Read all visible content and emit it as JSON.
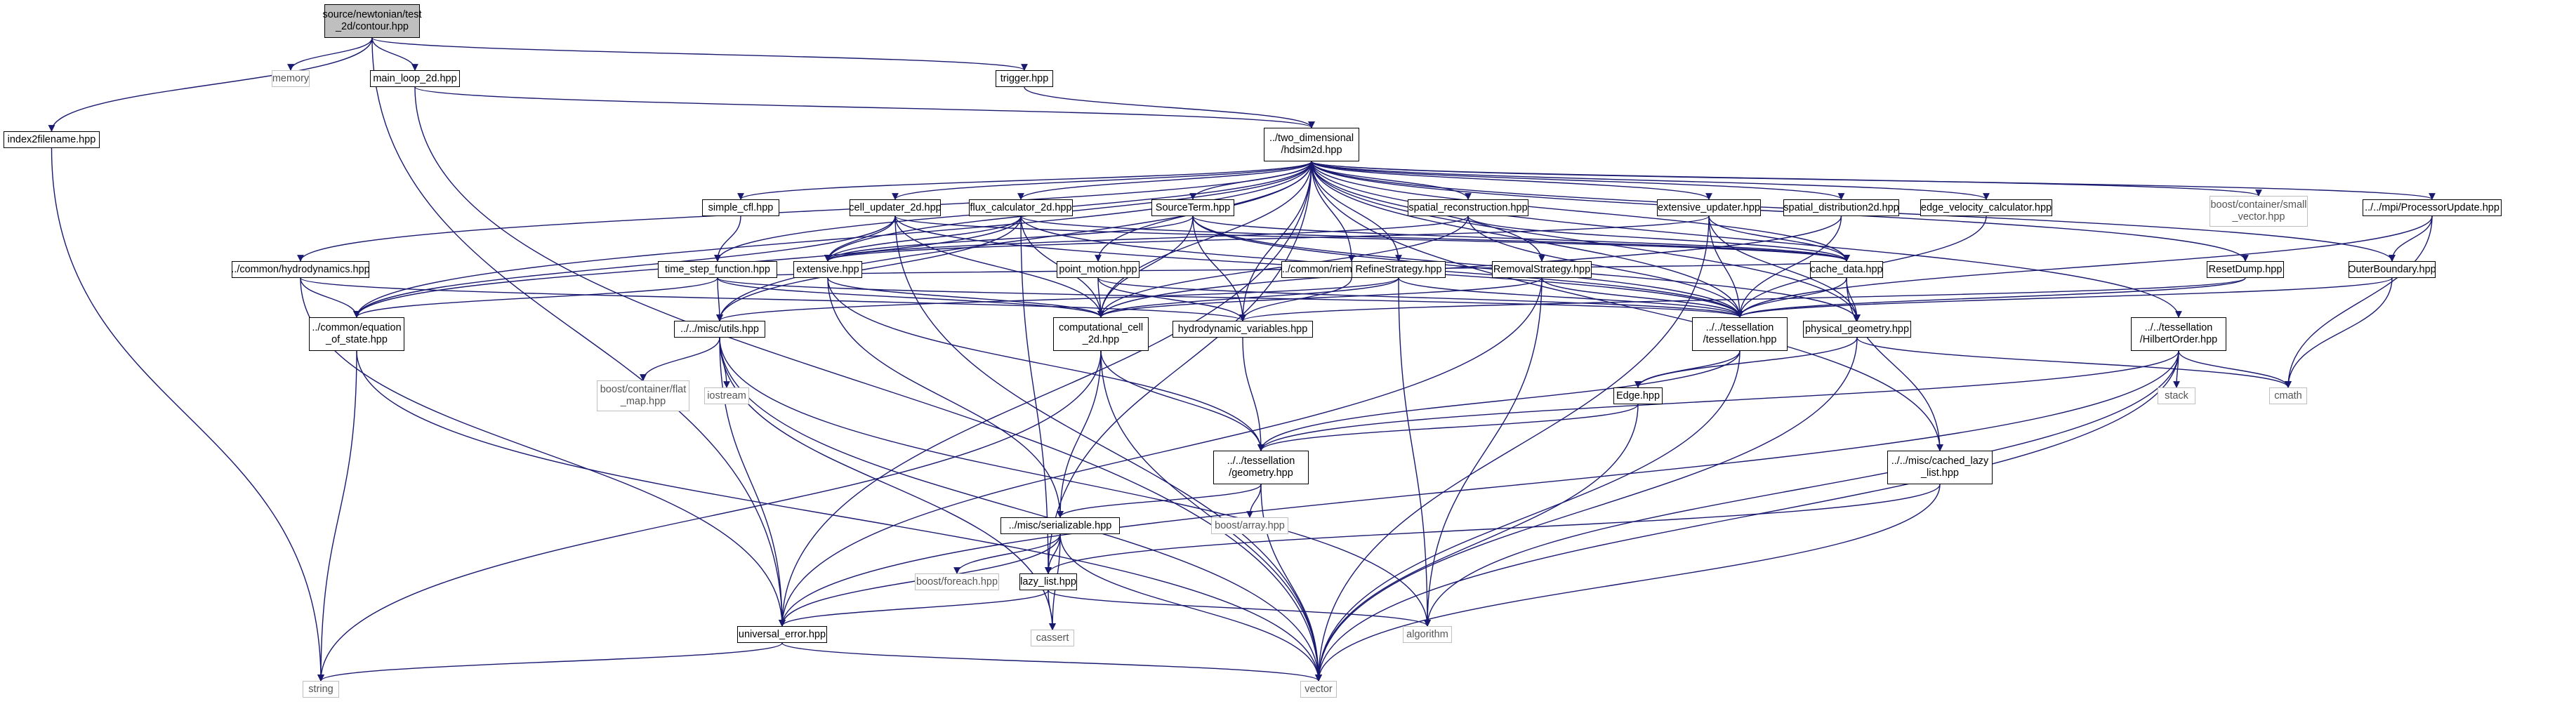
{
  "diagram": {
    "root": "root",
    "nodes": [
      {
        "id": "root",
        "lines": [
          "source/newtonian/test",
          "_2d/contour.hpp"
        ]
      },
      {
        "id": "memory",
        "lines": [
          "memory"
        ]
      },
      {
        "id": "index2filename",
        "lines": [
          "index2filename.hpp"
        ]
      },
      {
        "id": "main_loop",
        "lines": [
          "main_loop_2d.hpp"
        ]
      },
      {
        "id": "trigger",
        "lines": [
          "trigger.hpp"
        ]
      },
      {
        "id": "hdsim",
        "lines": [
          "../two_dimensional",
          "/hdsim2d.hpp"
        ]
      },
      {
        "id": "simple_cfl",
        "lines": [
          "simple_cfl.hpp"
        ]
      },
      {
        "id": "cell_updater",
        "lines": [
          "cell_updater_2d.hpp"
        ]
      },
      {
        "id": "flux_calculator",
        "lines": [
          "flux_calculator_2d.hpp"
        ]
      },
      {
        "id": "source_term",
        "lines": [
          "SourceTerm.hpp"
        ]
      },
      {
        "id": "spatial_reconstruction",
        "lines": [
          "spatial_reconstruction.hpp"
        ]
      },
      {
        "id": "extensive_updater",
        "lines": [
          "extensive_updater.hpp"
        ]
      },
      {
        "id": "spatial_distribution",
        "lines": [
          "spatial_distribution2d.hpp"
        ]
      },
      {
        "id": "edge_velocity",
        "lines": [
          "edge_velocity_calculator.hpp"
        ]
      },
      {
        "id": "boost_small_vector",
        "lines": [
          "boost/container/small",
          "_vector.hpp"
        ]
      },
      {
        "id": "mpi_update",
        "lines": [
          "../../mpi/ProcessorUpdate.hpp"
        ]
      },
      {
        "id": "common_hydro",
        "lines": [
          "../common/hydrodynamics.hpp"
        ]
      },
      {
        "id": "time_step",
        "lines": [
          "time_step_function.hpp"
        ]
      },
      {
        "id": "extensive",
        "lines": [
          "extensive.hpp"
        ]
      },
      {
        "id": "point_motion",
        "lines": [
          "point_motion.hpp"
        ]
      },
      {
        "id": "riemann",
        "lines": [
          "../common/riemann_solver.hpp"
        ]
      },
      {
        "id": "refine",
        "lines": [
          "RefineStrategy.hpp"
        ]
      },
      {
        "id": "removal",
        "lines": [
          "RemovalStrategy.hpp"
        ]
      },
      {
        "id": "cache_data",
        "lines": [
          "cache_data.hpp"
        ]
      },
      {
        "id": "reset_dump",
        "lines": [
          "ResetDump.hpp"
        ]
      },
      {
        "id": "outer_boundary",
        "lines": [
          "OuterBoundary.hpp"
        ]
      },
      {
        "id": "equation_of_state",
        "lines": [
          "../common/equation",
          "_of_state.hpp"
        ]
      },
      {
        "id": "misc_utils",
        "lines": [
          "../../misc/utils.hpp"
        ]
      },
      {
        "id": "computational_cell",
        "lines": [
          "computational_cell",
          "_2d.hpp"
        ]
      },
      {
        "id": "hydro_vars",
        "lines": [
          "hydrodynamic_variables.hpp"
        ]
      },
      {
        "id": "tessellation",
        "lines": [
          "../../tessellation",
          "/tessellation.hpp"
        ]
      },
      {
        "id": "physical_geometry",
        "lines": [
          "physical_geometry.hpp"
        ]
      },
      {
        "id": "hilbert",
        "lines": [
          "../../tessellation",
          "/HilbertOrder.hpp"
        ]
      },
      {
        "id": "boost_flat_map",
        "lines": [
          "boost/container/flat",
          "_map.hpp"
        ]
      },
      {
        "id": "iostream",
        "lines": [
          "iostream"
        ]
      },
      {
        "id": "edge",
        "lines": [
          "Edge.hpp"
        ]
      },
      {
        "id": "stack",
        "lines": [
          "stack"
        ]
      },
      {
        "id": "cmath",
        "lines": [
          "cmath"
        ]
      },
      {
        "id": "tess_geometry",
        "lines": [
          "../../tessellation",
          "/geometry.hpp"
        ]
      },
      {
        "id": "cached_lazy",
        "lines": [
          "../../misc/cached_lazy",
          "_list.hpp"
        ]
      },
      {
        "id": "boost_array",
        "lines": [
          "boost/array.hpp"
        ]
      },
      {
        "id": "serializable",
        "lines": [
          "../misc/serializable.hpp"
        ]
      },
      {
        "id": "boost_foreach",
        "lines": [
          "boost/foreach.hpp"
        ]
      },
      {
        "id": "lazy_list",
        "lines": [
          "lazy_list.hpp"
        ]
      },
      {
        "id": "universal_error",
        "lines": [
          "universal_error.hpp"
        ]
      },
      {
        "id": "cassert",
        "lines": [
          "cassert"
        ]
      },
      {
        "id": "algorithm",
        "lines": [
          "algorithm"
        ]
      },
      {
        "id": "string",
        "lines": [
          "string"
        ]
      },
      {
        "id": "vector",
        "lines": [
          "vector"
        ]
      }
    ],
    "edges": [
      [
        "root",
        "memory"
      ],
      [
        "root",
        "index2filename"
      ],
      [
        "root",
        "main_loop"
      ],
      [
        "root",
        "trigger"
      ],
      [
        "root",
        "universal_error"
      ],
      [
        "index2filename",
        "string"
      ],
      [
        "main_loop",
        "hdsim"
      ],
      [
        "main_loop",
        "vector"
      ],
      [
        "trigger",
        "hdsim"
      ],
      [
        "hdsim",
        "simple_cfl"
      ],
      [
        "hdsim",
        "cell_updater"
      ],
      [
        "hdsim",
        "flux_calculator"
      ],
      [
        "hdsim",
        "source_term"
      ],
      [
        "hdsim",
        "spatial_reconstruction"
      ],
      [
        "hdsim",
        "extensive_updater"
      ],
      [
        "hdsim",
        "spatial_distribution"
      ],
      [
        "hdsim",
        "edge_velocity"
      ],
      [
        "hdsim",
        "boost_small_vector"
      ],
      [
        "hdsim",
        "mpi_update"
      ],
      [
        "hdsim",
        "common_hydro"
      ],
      [
        "hdsim",
        "point_motion"
      ],
      [
        "hdsim",
        "riemann"
      ],
      [
        "hdsim",
        "refine"
      ],
      [
        "hdsim",
        "removal"
      ],
      [
        "hdsim",
        "cache_data"
      ],
      [
        "hdsim",
        "reset_dump"
      ],
      [
        "hdsim",
        "outer_boundary"
      ],
      [
        "hdsim",
        "equation_of_state"
      ],
      [
        "hdsim",
        "misc_utils"
      ],
      [
        "hdsim",
        "computational_cell"
      ],
      [
        "hdsim",
        "tessellation"
      ],
      [
        "hdsim",
        "physical_geometry"
      ],
      [
        "hdsim",
        "hilbert"
      ],
      [
        "hdsim",
        "cached_lazy"
      ],
      [
        "hdsim",
        "extensive"
      ],
      [
        "hdsim",
        "universal_error"
      ],
      [
        "hdsim",
        "lazy_list"
      ],
      [
        "hdsim",
        "time_step"
      ],
      [
        "hdsim",
        "hydro_vars"
      ],
      [
        "simple_cfl",
        "time_step"
      ],
      [
        "cell_updater",
        "extensive"
      ],
      [
        "cell_updater",
        "computational_cell"
      ],
      [
        "cell_updater",
        "tessellation"
      ],
      [
        "cell_updater",
        "cache_data"
      ],
      [
        "cell_updater",
        "equation_of_state"
      ],
      [
        "cell_updater",
        "vector"
      ],
      [
        "flux_calculator",
        "extensive"
      ],
      [
        "flux_calculator",
        "computational_cell"
      ],
      [
        "flux_calculator",
        "tessellation"
      ],
      [
        "flux_calculator",
        "cache_data"
      ],
      [
        "flux_calculator",
        "equation_of_state"
      ],
      [
        "flux_calculator",
        "lazy_list"
      ],
      [
        "flux_calculator",
        "misc_utils"
      ],
      [
        "source_term",
        "extensive"
      ],
      [
        "source_term",
        "computational_cell"
      ],
      [
        "source_term",
        "hydro_vars"
      ],
      [
        "source_term",
        "tessellation"
      ],
      [
        "source_term",
        "cache_data"
      ],
      [
        "source_term",
        "physical_geometry"
      ],
      [
        "spatial_reconstruction",
        "computational_cell"
      ],
      [
        "spatial_reconstruction",
        "tessellation"
      ],
      [
        "spatial_reconstruction",
        "cache_data"
      ],
      [
        "spatial_reconstruction",
        "extensive"
      ],
      [
        "extensive_updater",
        "extensive"
      ],
      [
        "extensive_updater",
        "tessellation"
      ],
      [
        "extensive_updater",
        "cache_data"
      ],
      [
        "extensive_updater",
        "physical_geometry"
      ],
      [
        "extensive_updater",
        "vector"
      ],
      [
        "spatial_distribution",
        "tessellation"
      ],
      [
        "spatial_distribution",
        "computational_cell"
      ],
      [
        "edge_velocity",
        "tessellation"
      ],
      [
        "mpi_update",
        "tessellation"
      ],
      [
        "mpi_update",
        "outer_boundary"
      ],
      [
        "mpi_update",
        "cmath"
      ],
      [
        "common_hydro",
        "equation_of_state"
      ],
      [
        "common_hydro",
        "universal_error"
      ],
      [
        "common_hydro",
        "hydro_vars"
      ],
      [
        "time_step",
        "misc_utils"
      ],
      [
        "time_step",
        "computational_cell"
      ],
      [
        "time_step",
        "equation_of_state"
      ],
      [
        "time_step",
        "cache_data"
      ],
      [
        "time_step",
        "tessellation"
      ],
      [
        "extensive",
        "computational_cell"
      ],
      [
        "extensive",
        "tess_geometry"
      ],
      [
        "extensive",
        "serializable"
      ],
      [
        "point_motion",
        "computational_cell"
      ],
      [
        "point_motion",
        "tessellation"
      ],
      [
        "point_motion",
        "hydro_vars"
      ],
      [
        "riemann",
        "hydro_vars"
      ],
      [
        "refine",
        "tessellation"
      ],
      [
        "refine",
        "computational_cell"
      ],
      [
        "refine",
        "algorithm"
      ],
      [
        "refine",
        "misc_utils"
      ],
      [
        "removal",
        "tessellation"
      ],
      [
        "removal",
        "computational_cell"
      ],
      [
        "removal",
        "algorithm"
      ],
      [
        "removal",
        "universal_error"
      ],
      [
        "cache_data",
        "tessellation"
      ],
      [
        "cache_data",
        "physical_geometry"
      ],
      [
        "cache_data",
        "cached_lazy"
      ],
      [
        "reset_dump",
        "tessellation"
      ],
      [
        "reset_dump",
        "hydro_vars"
      ],
      [
        "outer_boundary",
        "tessellation"
      ],
      [
        "outer_boundary",
        "cmath"
      ],
      [
        "equation_of_state",
        "string"
      ],
      [
        "equation_of_state",
        "vector"
      ],
      [
        "misc_utils",
        "boost_flat_map"
      ],
      [
        "misc_utils",
        "iostream"
      ],
      [
        "misc_utils",
        "vector"
      ],
      [
        "misc_utils",
        "universal_error"
      ],
      [
        "misc_utils",
        "cassert"
      ],
      [
        "misc_utils",
        "algorithm"
      ],
      [
        "computational_cell",
        "tess_geometry"
      ],
      [
        "computational_cell",
        "serializable"
      ],
      [
        "computational_cell",
        "vector"
      ],
      [
        "computational_cell",
        "string"
      ],
      [
        "hydro_vars",
        "tess_geometry"
      ],
      [
        "tessellation",
        "edge"
      ],
      [
        "tessellation",
        "tess_geometry"
      ],
      [
        "tessellation",
        "vector"
      ],
      [
        "physical_geometry",
        "edge"
      ],
      [
        "physical_geometry",
        "cmath"
      ],
      [
        "physical_geometry",
        "vector"
      ],
      [
        "hilbert",
        "stack"
      ],
      [
        "hilbert",
        "cmath"
      ],
      [
        "hilbert",
        "vector"
      ],
      [
        "hilbert",
        "algorithm"
      ],
      [
        "hilbert",
        "tess_geometry"
      ],
      [
        "hilbert",
        "universal_error"
      ],
      [
        "edge",
        "tess_geometry"
      ],
      [
        "edge",
        "vector"
      ],
      [
        "tess_geometry",
        "boost_array"
      ],
      [
        "tess_geometry",
        "serializable"
      ],
      [
        "tess_geometry",
        "vector"
      ],
      [
        "cached_lazy",
        "lazy_list"
      ],
      [
        "cached_lazy",
        "vector"
      ],
      [
        "serializable",
        "boost_foreach"
      ],
      [
        "serializable",
        "lazy_list"
      ],
      [
        "serializable",
        "universal_error"
      ],
      [
        "serializable",
        "cassert"
      ],
      [
        "serializable",
        "vector"
      ],
      [
        "lazy_list",
        "universal_error"
      ],
      [
        "lazy_list",
        "cassert"
      ],
      [
        "lazy_list",
        "algorithm"
      ],
      [
        "universal_error",
        "string"
      ],
      [
        "universal_error",
        "vector"
      ]
    ]
  }
}
